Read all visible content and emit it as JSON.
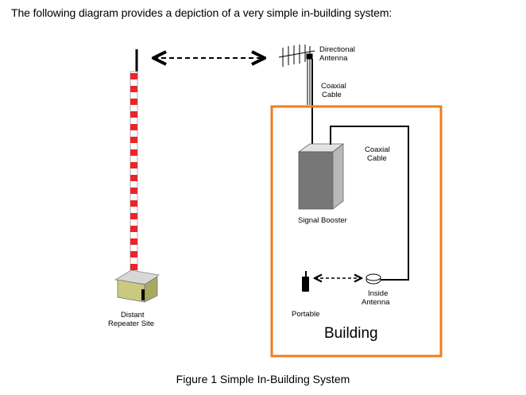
{
  "intro_text": "The following diagram provides a depiction of a very simple in-building system:",
  "caption": "Figure 1 Simple In-Building System",
  "labels": {
    "directional_antenna": [
      "Directional",
      "Antenna"
    ],
    "coaxial_cable_outside": [
      "Coaxial",
      "Cable"
    ],
    "coaxial_cable_inside": [
      "Coaxial",
      "Cable"
    ],
    "signal_booster": "Signal Booster",
    "inside_antenna": [
      "Inside",
      "Antenna"
    ],
    "portable": "Portable",
    "building": "Building",
    "repeater_site": [
      "Distant",
      "Repeater Site"
    ]
  },
  "colors": {
    "building_outline": "#f07d1a",
    "tower_stripe": "#e8262b",
    "booster_front": "#777777",
    "booster_side": "#b8b8b8",
    "booster_top": "#e2e2e2",
    "house_roof": "#d8d8d8",
    "house_wall": "#c9c980"
  }
}
